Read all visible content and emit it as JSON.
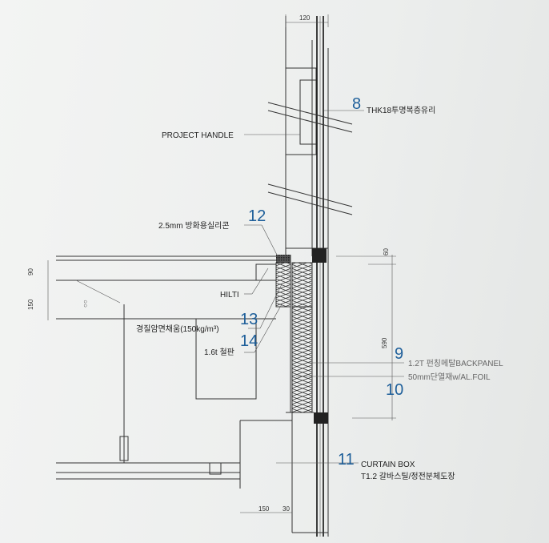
{
  "dimensions": {
    "top_width": "120",
    "slab_thickness": "90",
    "beam_depth": "150",
    "upper_gap": "60",
    "panel_height": "590",
    "bottom_left": "150",
    "bottom_right": "30"
  },
  "callouts": [
    {
      "number": "8",
      "label": "THK18투명복층유리"
    },
    {
      "number": "12",
      "label": "2.5mm 방화용실리콘"
    },
    {
      "number": "13",
      "label": "경질암면채움(150kg/m³)"
    },
    {
      "number": "14",
      "label": "1.6t 철판"
    },
    {
      "number": "9",
      "label": "1.2T 펀칭메탈BACKPANEL"
    },
    {
      "number": "10",
      "label": "50mm단열재w/AL.FOIL"
    },
    {
      "number": "11",
      "label": "CURTAIN BOX",
      "sublabel": "T1.2 갈바스틸/정전분체도장"
    }
  ],
  "labels": {
    "project_handle": "PROJECT HANDLE",
    "hilti": "HILTI"
  },
  "colors": {
    "callout_number": "#1e5f9a",
    "line": "#333333"
  }
}
